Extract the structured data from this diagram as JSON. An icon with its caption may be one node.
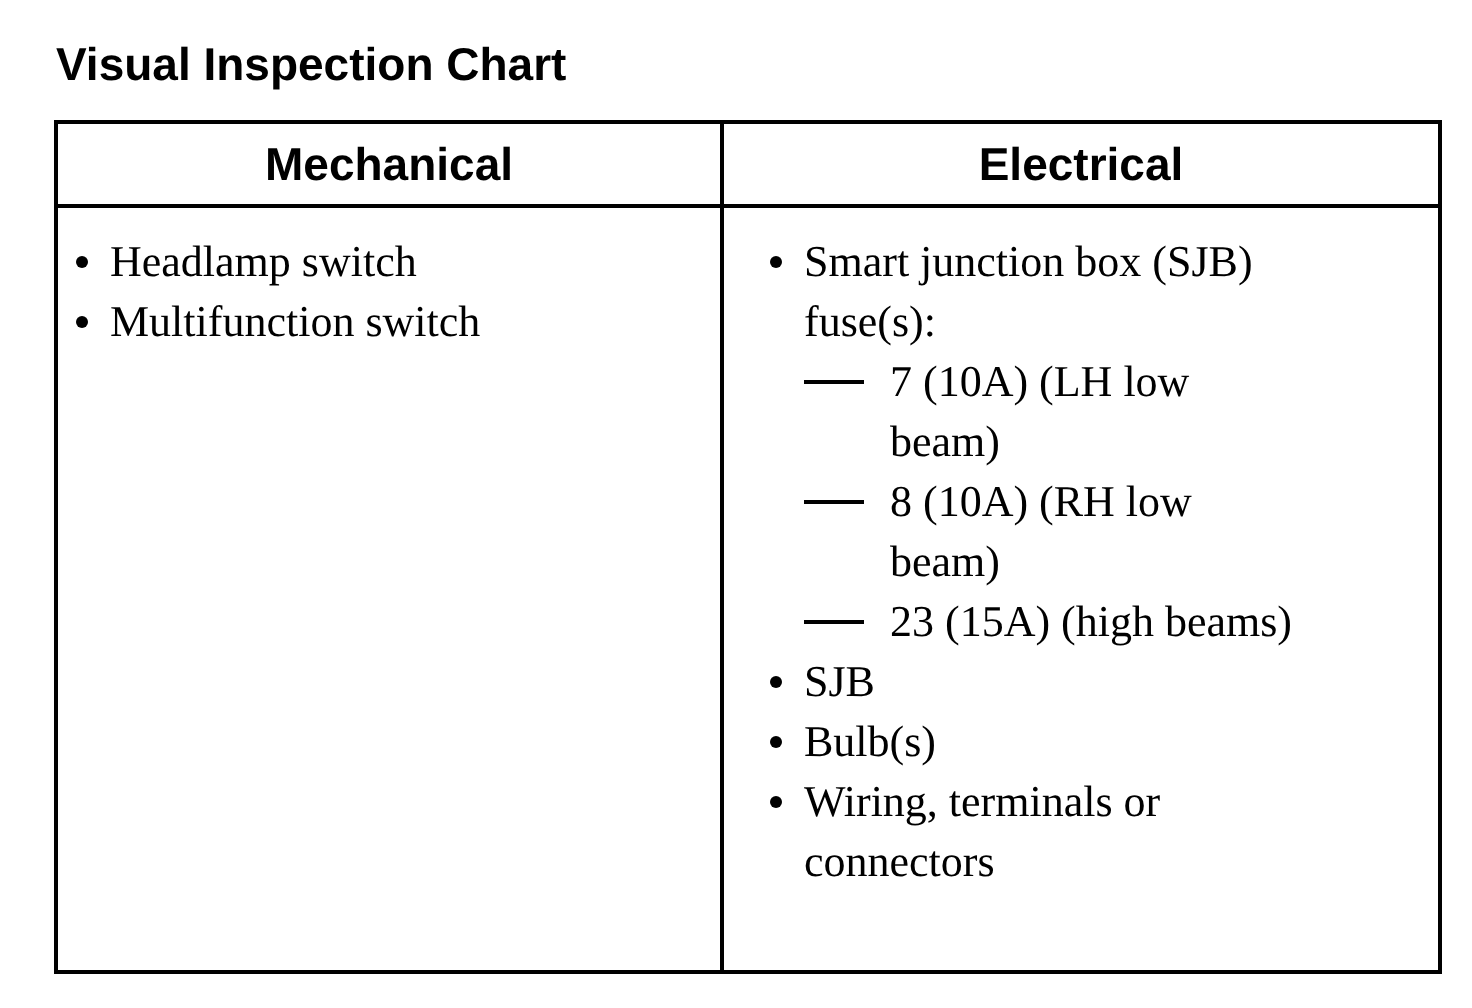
{
  "diagram": {
    "title": "Visual Inspection Chart",
    "labels": [
      "Mechanical",
      "Electrical",
      "Headlamp switch",
      "Multifunction switch",
      "Smart junction box (SJB) fuse(s):",
      "7 (10A) (LH low beam)",
      "8 (10A) (RH low beam)",
      "23 (15A) (high beams)",
      "SJB",
      "Bulb(s)",
      "Wiring, terminals or connectors"
    ]
  }
}
